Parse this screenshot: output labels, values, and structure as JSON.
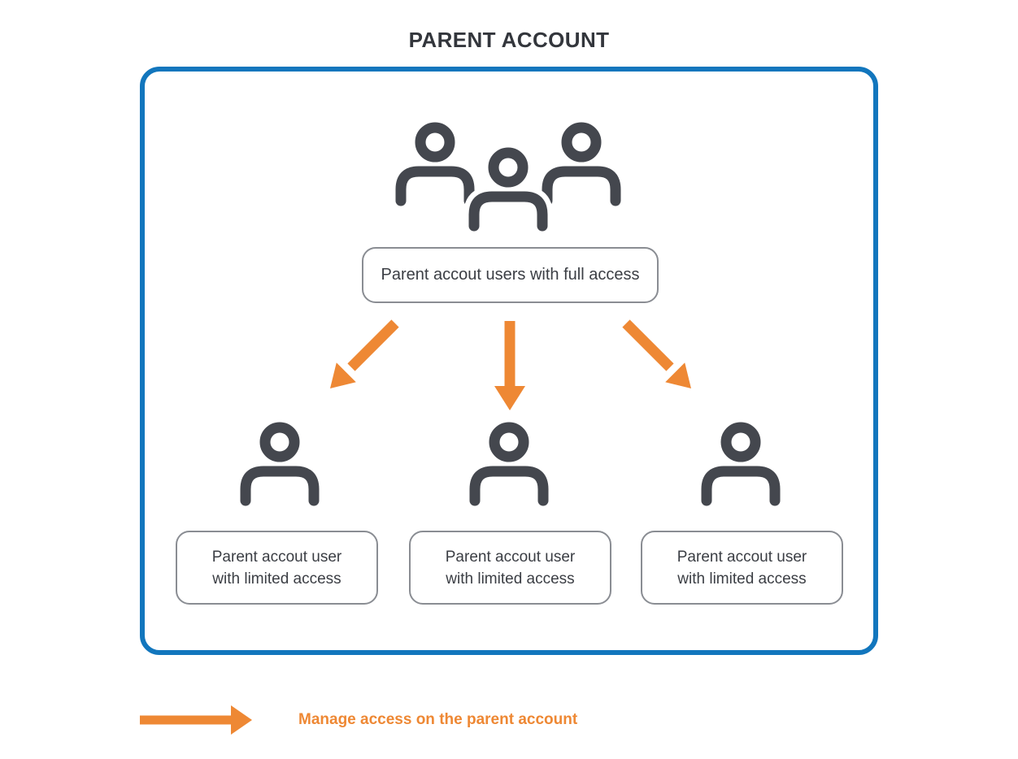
{
  "title": "PARENT ACCOUNT",
  "colors": {
    "accent_blue": "#1276bd",
    "accent_orange": "#ee8834",
    "icon_gray": "#44474e",
    "box_border_gray": "#8a8d93",
    "text_dark": "#3b3e44"
  },
  "parent_box": {
    "full_access_label": "Parent accout users with full access"
  },
  "limited_users": [
    {
      "line1": "Parent accout user",
      "line2": "with limited access"
    },
    {
      "line1": "Parent accout user",
      "line2": "with limited access"
    },
    {
      "line1": "Parent accout user",
      "line2": "with limited access"
    }
  ],
  "icons": {
    "top": "users-group-icon",
    "branches": [
      "arrow-down-left-icon",
      "arrow-down-icon",
      "arrow-down-right-icon"
    ],
    "children": [
      "user-icon",
      "user-icon",
      "user-icon"
    ],
    "legend": "arrow-right-icon"
  },
  "legend": {
    "label": "Manage access on the parent account"
  }
}
